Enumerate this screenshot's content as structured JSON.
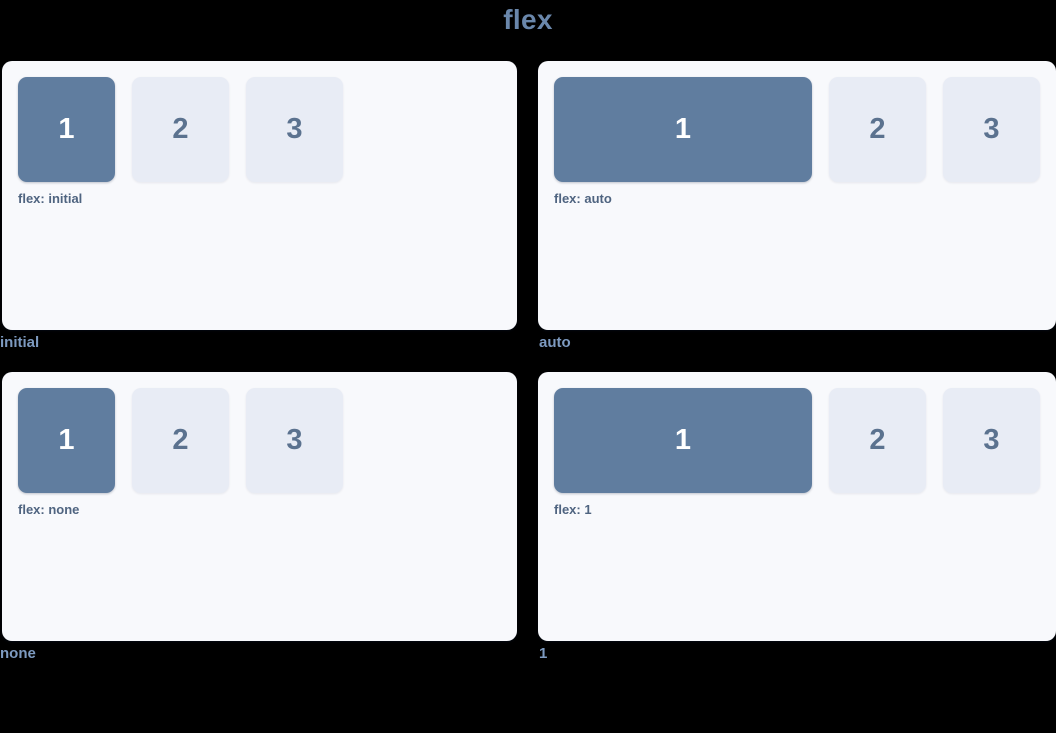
{
  "page": {
    "title": "flex",
    "background_color": "#000000",
    "title_color": "#6a87ab"
  },
  "theme": {
    "card_bg": "#f8f9fc",
    "box_primary": "#607d9f",
    "box_primary_text": "#ffffff",
    "box_muted": "#e8ecf5",
    "box_muted_text": "#5b728f",
    "note_color": "#4f6480",
    "caption_color": "#7d9ac0"
  },
  "cells": [
    {
      "caption": "initial",
      "note": "flex: initial",
      "flex_value": "initial",
      "boxes": [
        {
          "label": "1",
          "variant": "primary"
        },
        {
          "label": "2",
          "variant": "muted"
        },
        {
          "label": "3",
          "variant": "muted"
        }
      ]
    },
    {
      "caption": "auto",
      "note": "flex: auto",
      "flex_value": "auto",
      "boxes": [
        {
          "label": "1",
          "variant": "primary"
        },
        {
          "label": "2",
          "variant": "muted"
        },
        {
          "label": "3",
          "variant": "muted"
        }
      ]
    },
    {
      "caption": "none",
      "note": "flex: none",
      "flex_value": "none",
      "boxes": [
        {
          "label": "1",
          "variant": "primary"
        },
        {
          "label": "2",
          "variant": "muted"
        },
        {
          "label": "3",
          "variant": "muted"
        }
      ]
    },
    {
      "caption": "1",
      "note": "flex: 1",
      "flex_value": "1",
      "boxes": [
        {
          "label": "1",
          "variant": "primary"
        },
        {
          "label": "2",
          "variant": "muted"
        },
        {
          "label": "3",
          "variant": "muted"
        }
      ]
    }
  ]
}
